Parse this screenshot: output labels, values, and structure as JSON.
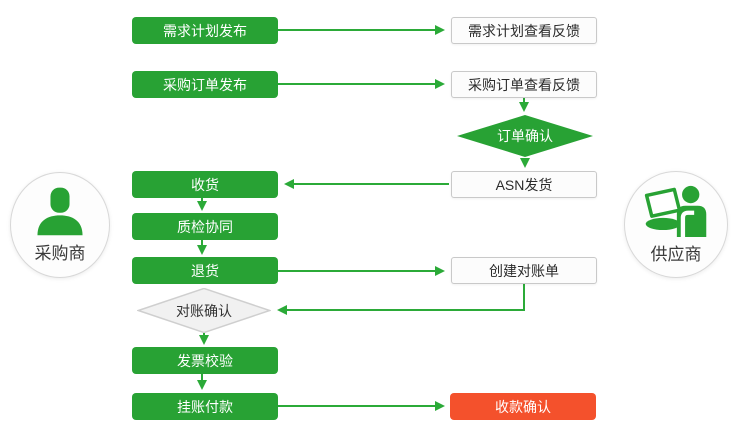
{
  "actors": {
    "buyer": {
      "label": "采购商"
    },
    "supplier": {
      "label": "供应商"
    }
  },
  "nodes": {
    "demand_plan_publish": "需求计划发布",
    "demand_plan_feedback": "需求计划查看反馈",
    "po_publish": "采购订单发布",
    "po_feedback": "采购订单查看反馈",
    "order_confirm": "订单确认",
    "asn_ship": "ASN发货",
    "receive": "收货",
    "quality_collab": "质检协同",
    "return_goods": "退货",
    "create_statement": "创建对账单",
    "reconcile_confirm": "对账确认",
    "invoice_verify": "发票校验",
    "book_payment": "挂账付款",
    "receipt_confirm": "收款确认"
  },
  "edges": [
    {
      "from": "demand_plan_publish",
      "to": "demand_plan_feedback"
    },
    {
      "from": "po_publish",
      "to": "po_feedback"
    },
    {
      "from": "po_feedback",
      "to": "order_confirm"
    },
    {
      "from": "order_confirm",
      "to": "asn_ship"
    },
    {
      "from": "asn_ship",
      "to": "receive"
    },
    {
      "from": "receive",
      "to": "quality_collab"
    },
    {
      "from": "quality_collab",
      "to": "return_goods"
    },
    {
      "from": "return_goods",
      "to": "create_statement"
    },
    {
      "from": "create_statement",
      "to": "reconcile_confirm"
    },
    {
      "from": "reconcile_confirm",
      "to": "invoice_verify"
    },
    {
      "from": "invoice_verify",
      "to": "book_payment"
    },
    {
      "from": "book_payment",
      "to": "receipt_confirm"
    }
  ],
  "colors": {
    "process_green": "#28A234",
    "arrow_green": "#2BAA38",
    "alert_red": "#F4512C",
    "white_box_bg": "#FCFCFC",
    "white_box_border": "#C9C9C9",
    "gray_diamond_bg": "#F1F1F1",
    "gray_diamond_border": "#CFCFCF"
  }
}
